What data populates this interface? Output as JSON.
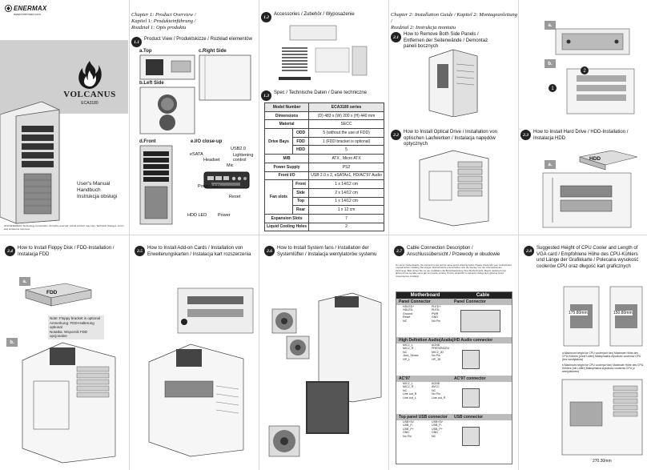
{
  "cover": {
    "brand": "ENERMAX",
    "website": "www.enermax.com",
    "product": "VOLCANUS",
    "model": "ECA3180",
    "manual_lines": [
      "User's Manual",
      "Handbuch",
      "Instrukcja obsługi"
    ],
    "copyright": "2010 ENERMAX Technology Corporation. All rights reserved. Actual product may vary. Technical changes, errors and omissions reserved."
  },
  "ch1": {
    "chapter_line1": "Chapter 1: Product Overview /",
    "chapter_line2": "Kapitel 1: Produkteinführung /",
    "chapter_line3": "Rozdział 1: Opis produktu",
    "product_view": "Product View / Produktskizze / Rozkład elementów",
    "labels": {
      "top": "a.Top",
      "right": "c.Right Side",
      "left": "b.Left Side",
      "front": "d.Front",
      "io": "e.I/O close-up"
    },
    "io_labels": {
      "usb": "USB2.0",
      "esata": "eSATA",
      "headset": "Headset",
      "mic": "Mic",
      "lightening": "Lightening control",
      "power_led": "Power LED",
      "hdd_led": "HDD LED",
      "reset": "Reset",
      "power": "Power"
    }
  },
  "acc": {
    "title": "Accessories / Zubehör / Wyposażenie",
    "spec_title": "Spec / Technische Daten / Dane techniczne"
  },
  "spec": {
    "rows": [
      [
        "Model Number",
        "",
        "ECA3180 series"
      ],
      [
        "Dimensions",
        "",
        "(D) 483 x (W) 200 x (H) 440 mm"
      ],
      [
        "Material",
        "",
        "SECC"
      ],
      [
        "Drive Bays",
        "ODD",
        "5 (without the use of FDD)"
      ],
      [
        "",
        "FDD",
        "1 (FDD bracket is optional)"
      ],
      [
        "",
        "HDD",
        "5"
      ],
      [
        "M/B",
        "",
        "ATX , Micro ATX"
      ],
      [
        "Power Supply",
        "",
        "PS2"
      ],
      [
        "Front I/O",
        "",
        "USB 2.0 x 2, eSATAx1, HD/AC'97 Audio"
      ],
      [
        "Fan slots",
        "Front",
        "1 x 14/12 cm"
      ],
      [
        "",
        "Side",
        "2 x 14/12 cm"
      ],
      [
        "",
        "Top",
        "1 x 14/12 cm"
      ],
      [
        "",
        "Rear",
        "1 x 12 cm"
      ],
      [
        "Expansion Slots",
        "",
        "7"
      ],
      [
        "Liquid Cooling Holes",
        "",
        "2"
      ]
    ]
  },
  "ch2": {
    "chapter_line1": "Chapter 2: Installation Guide / Kapitel 2: Montageanleitung /",
    "chapter_line2": "Rozdział 2: Instrukcja montażu",
    "step1": "How to Remove Both Side Panels / Entfernen der Seitenwände / Demontaż paneli bocznych",
    "step2": "How to Install Optical Drive / Installation von optischen Laufwerken / Instalacja napędów optycznych",
    "step3": "How to Install Hard Drive / HDD-Installation / Instalacja HDD",
    "hdd_label": "HDD",
    "letters": {
      "a": "a.",
      "b": "b."
    }
  },
  "b1": {
    "step": "How to Install Floppy Disk / FDD-Installation / Instalacja FDD",
    "fdd": "FDD",
    "note": "Note: Floppy bracket is optional",
    "anm": "Anmerkung: FDD-Halterung optional",
    "notka": "Notatka: Wspornik FDD opcjonalne"
  },
  "b2": {
    "step": "How to Install Add-on Cards / Installation von Erweiterungskarten / Instalacja kart rozszerzenia"
  },
  "b3": {
    "step": "How to Install System fans / Installation der Systemlüfter / Instalacja wentylatorów systemu"
  },
  "b4": {
    "step": "Cable Connection Description / Anschlussübersicht / Przewody w obudowie",
    "intro": "On some motherboards, the connectors are not the same as the drawing below. Please check with your motherboard manual before installing. Bei einigen Motherboards unterscheiden sich die Stecker von der untenstehenden Zeichnung. Bitte prüfen Sie vor der Installation die Betriebsanleitung Ihres Motherboards. Złącza niektórych płyt głównych nie są takie same jak na rysunku poniżej. Proszę sprawdzić w instrukcji obsługi płyty głównej przed rozpoczęciem instalacji.",
    "col_mb": "Motherboard",
    "col_cable": "Cable",
    "sections": [
      {
        "left": "Panel Connector",
        "right": "Panel Connector"
      },
      {
        "left": "High Definition Audio(Azalia)",
        "right": "HD Audio connector"
      },
      {
        "left": "AC'97",
        "right": "AC'97 connector"
      },
      {
        "left": "Top panel USB connector",
        "right": "USB connector"
      }
    ],
    "panel_pins": [
      "HDLED+",
      "HDLED-",
      "Ground",
      "Reset",
      "NC",
      "PLED+",
      "PLED-",
      "PWR",
      "GND",
      "No Pin"
    ],
    "hd_pins": [
      "MIC2_L",
      "MIC2_R",
      "NC",
      "Jack_Sense",
      "HP_L",
      "AGND",
      "PRESENCE#",
      "MIC2_JD",
      "No Pin",
      "HP_JD"
    ],
    "ac_pins": [
      "MIC2_L",
      "MIC2_R",
      "NC",
      "Line out_R",
      "Line out_L",
      "AGND",
      "AVCC",
      "NC",
      "No Pin",
      "Line out_R"
    ],
    "usb_pins": [
      "USB+5V",
      "USB_P-",
      "USB_P+",
      "GND",
      "No Pin",
      "USB+5V",
      "USB_P-",
      "USB_P+",
      "GND",
      "NC"
    ]
  },
  "b5": {
    "step": "Suggested Height of CPU Cooler and Length of VGA card / Empfohlene Höhe des CPU-Kühlers und Länge der Grafikkarte / Polecana wysokość coolerów CPU oraz długość kart graficznych",
    "dim1": "175.80mm",
    "dim2": "150.80mm",
    "dim3": "270.30mm",
    "note_a": "a.Maximum height for CPU cooler(w/o fan) Maximale Höhe des CPU-Kühlers (ohne Lüfter) Maksymalna wysokość coolerów CPU (bez wentylatora)",
    "note_b": "b.Maximum height for CPU cooler(w/ fan) Maximale Höhe des CPU-Kühlers (mit Lüfter) Maksymalna wysokość coolerów CPU (z wentylatorem)"
  }
}
